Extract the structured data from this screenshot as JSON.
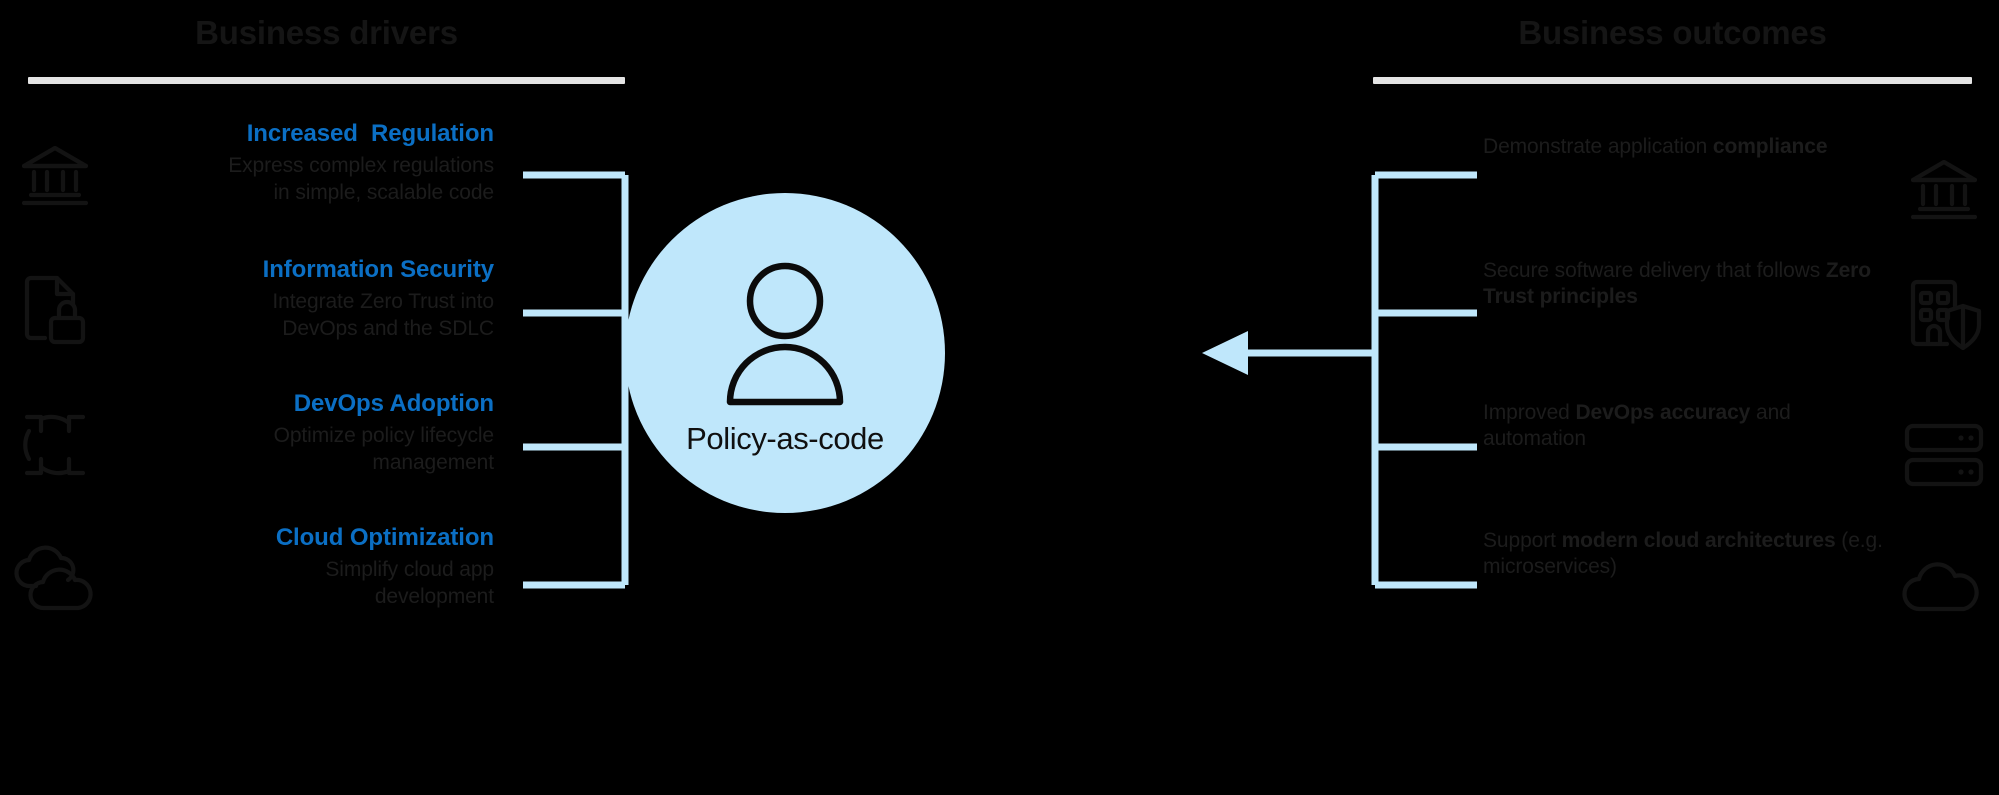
{
  "diagram": {
    "background_color": "#000000",
    "accent_blue": "#0b6fc4",
    "connector_blue": "#bfe7fb",
    "rule_color": "#e4e4e4",
    "text_color": "#1c1c1c"
  },
  "left_column": {
    "header": "Business drivers",
    "items": [
      {
        "icon": "bank-icon",
        "title": "Increased  Regulation",
        "description_line1": "Express complex regulations",
        "description_line2": "in simple, scalable code"
      },
      {
        "icon": "document-lock-icon",
        "title": "Information Security",
        "description_line1": "Integrate Zero Trust into",
        "description_line2": "DevOps and the SDLC"
      },
      {
        "icon": "cycle-arrows-icon",
        "title": "DevOps Adoption",
        "description_line1": "Optimize policy lifecycle",
        "description_line2": "management"
      },
      {
        "icon": "clouds-icon",
        "title": "Cloud Optimization",
        "description_line1": "Simplify cloud app",
        "description_line2": "development"
      }
    ]
  },
  "center": {
    "icon": "person-icon",
    "label": "Policy-as-code"
  },
  "right_column": {
    "header": "Business outcomes",
    "items": [
      {
        "icon": "bank-icon",
        "segments": [
          {
            "text": "Demonstrate application ",
            "bold": false
          },
          {
            "text": "compliance",
            "bold": true
          }
        ]
      },
      {
        "icon": "building-shield-icon",
        "segments": [
          {
            "text": "Secure software delivery that follows ",
            "bold": false
          },
          {
            "text": "Zero Trust principles",
            "bold": true
          }
        ]
      },
      {
        "icon": "servers-icon",
        "segments": [
          {
            "text": "Improved ",
            "bold": false
          },
          {
            "text": "DevOps accuracy",
            "bold": true
          },
          {
            "text": " and automation",
            "bold": false
          }
        ]
      },
      {
        "icon": "cloud-icon",
        "segments": [
          {
            "text": "Support ",
            "bold": false
          },
          {
            "text": "modern cloud architectures",
            "bold": true
          },
          {
            "text": " (e.g. microservices)",
            "bold": false
          }
        ]
      }
    ]
  },
  "connectors": {
    "left_arrow": "arrow-right-icon",
    "right_arrow": "arrow-left-icon"
  }
}
